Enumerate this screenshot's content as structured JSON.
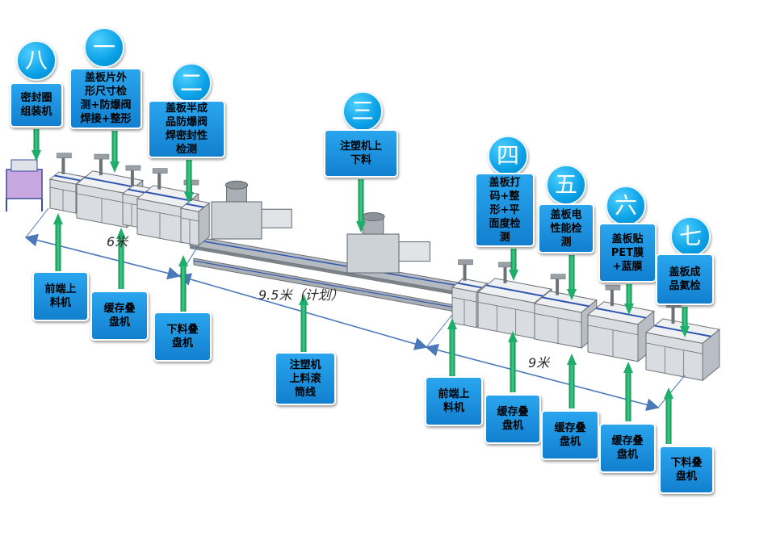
{
  "stations": [
    {
      "num": "八",
      "label": "密封圈\n组装机"
    },
    {
      "num": "一",
      "label": "盖板片外\n形尺寸检\n测+防爆阀\n焊接+整形"
    },
    {
      "num": "二",
      "label": "盖板半成\n品防爆阀\n焊密封性\n检测"
    },
    {
      "num": "三",
      "label": "注塑机上\n下料"
    },
    {
      "num": "四",
      "label": "盖板打\n码+整\n形+平\n面度检\n测"
    },
    {
      "num": "五",
      "label": "盖板电\n性能检\n测"
    },
    {
      "num": "六",
      "label": "盖板贴\nPET膜\n+蓝膜"
    },
    {
      "num": "七",
      "label": "盖板成\n品氦检"
    }
  ],
  "bottom_labels": [
    "前端上\n料机",
    "缓存叠\n盘机",
    "下料叠\n盘机",
    "注塑机\n上料滚\n筒线",
    "前端上\n料机",
    "缓存叠\n盘机",
    "缓存叠\n盘机",
    "缓存叠\n盘机",
    "下料叠\n盘机"
  ],
  "measurements": [
    {
      "text": "6米"
    },
    {
      "text": "9.5米（计划）"
    },
    {
      "text": "9米"
    }
  ],
  "colors": {
    "box": "#1a8fde",
    "arrow": "#1fae6a",
    "dim_line": "#4a78b8",
    "machine_body": "#d9dde2",
    "machine_dark": "#6d7278",
    "conveyor": "#8f969d",
    "accent_blue": "#2f56b0"
  }
}
